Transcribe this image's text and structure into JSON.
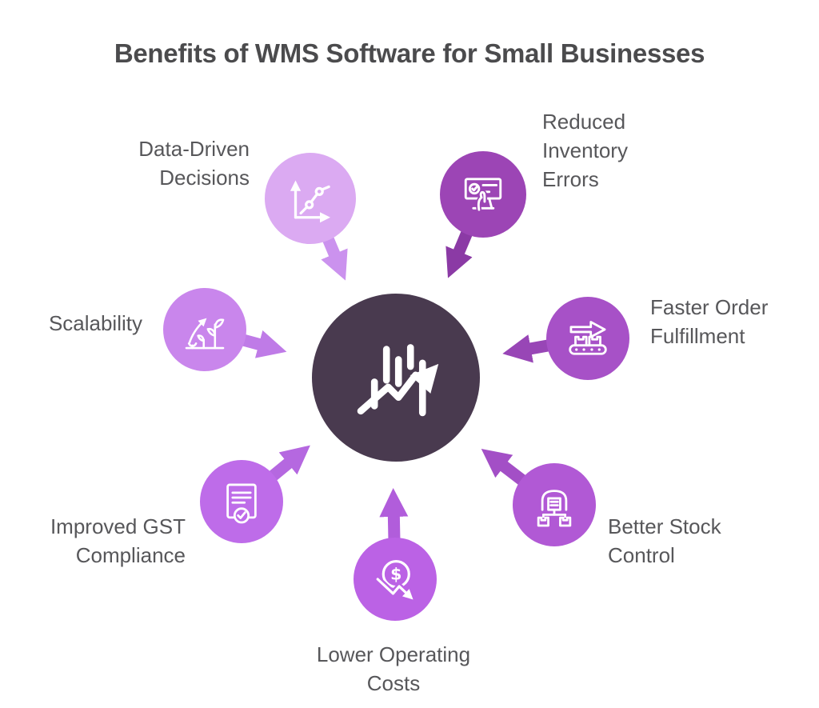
{
  "title": "Benefits of WMS Software for Small Businesses",
  "center": {
    "icon": "bar-chart-growth-arrow-icon",
    "circle_color": "#493A4F"
  },
  "benefits": [
    {
      "id": "data-driven-decisions",
      "label": "Data-Driven Decisions",
      "icon": "line-chart-icon",
      "circle_color": "#DBAAF2",
      "arrow_color": "#CB92EE"
    },
    {
      "id": "reduced-inventory-errors",
      "label": "Reduced Inventory Errors",
      "icon": "monitor-checklist-icon",
      "circle_color": "#9C45B5",
      "arrow_color": "#8B3AA5"
    },
    {
      "id": "faster-order-fulfillment",
      "label": "Faster Order Fulfillment",
      "icon": "conveyor-belt-arrow-icon",
      "circle_color": "#A751C7",
      "arrow_color": "#9846B6"
    },
    {
      "id": "better-stock-control",
      "label": "Better Stock Control",
      "icon": "warehouse-distribution-icon",
      "circle_color": "#B159D5",
      "arrow_color": "#A34FC6"
    },
    {
      "id": "lower-operating-costs",
      "label": "Lower Operating Costs",
      "icon": "dollar-cost-decrease-icon",
      "circle_color": "#BB62E5",
      "arrow_color": "#B15DDB"
    },
    {
      "id": "improved-gst-compliance",
      "label": "Improved GST Compliance",
      "icon": "document-checkmark-icon",
      "circle_color": "#BE6CE9",
      "arrow_color": "#B568E0"
    },
    {
      "id": "scalability",
      "label": "Scalability",
      "icon": "plant-growth-arrow-icon",
      "circle_color": "#C986EC",
      "arrow_color": "#BF7BE7"
    }
  ],
  "colors": {
    "background": "#FFFFFF",
    "title_text": "#4B4B4D",
    "label_text": "#57575A",
    "icon_stroke": "#FFFFFF"
  }
}
